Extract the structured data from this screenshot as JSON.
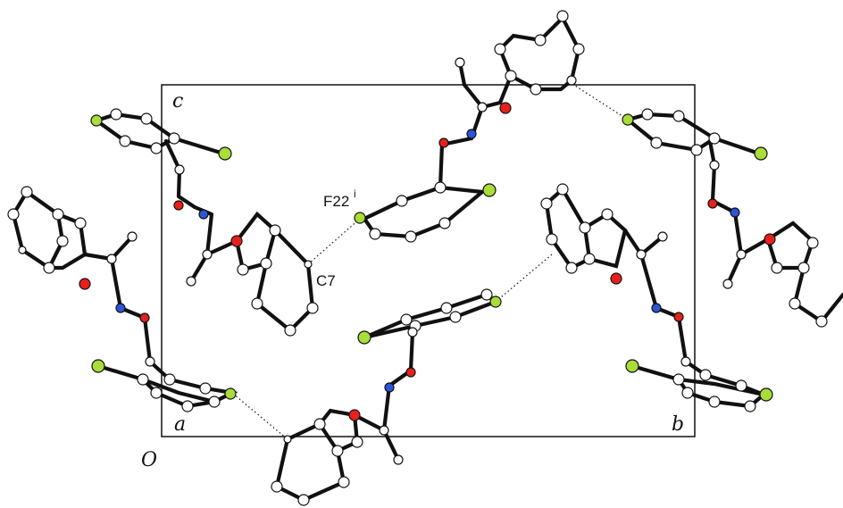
{
  "axes": {
    "a": "a",
    "b": "b",
    "c": "c",
    "origin": "O"
  },
  "labels": {
    "c7": "C7",
    "f22": "F22",
    "f22_symmetry": "i"
  },
  "colors": {
    "oxygen": "#e8201c",
    "nitrogen": "#2b55d9",
    "fluorine": "#a8dd3a",
    "carbon": "#ffffff",
    "bond": "#111111"
  }
}
